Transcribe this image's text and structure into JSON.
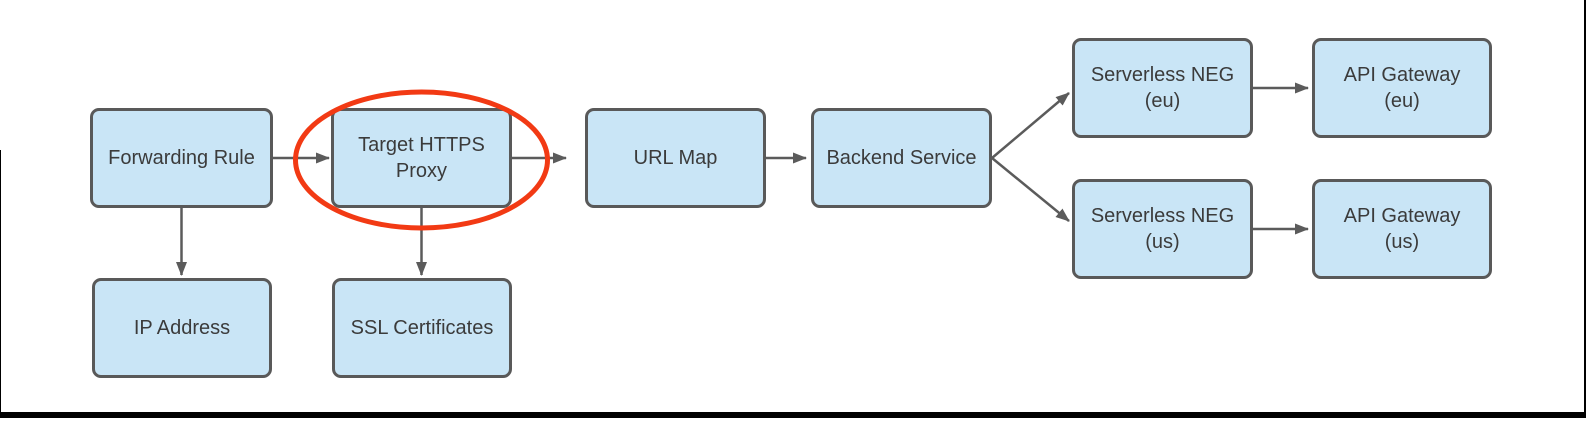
{
  "theme": {
    "background": "#ffffff",
    "node_fill": "#c9e5f6",
    "node_border": "#595959",
    "node_text": "#3b3b3b",
    "arrow_color": "#5b5b5b",
    "highlight_color": "#f23a14",
    "frame_color": "#000000"
  },
  "nodes": [
    {
      "id": "forwarding-rule",
      "label": "Forwarding Rule"
    },
    {
      "id": "target-https-proxy",
      "label": "Target HTTPS\nProxy"
    },
    {
      "id": "url-map",
      "label": "URL Map"
    },
    {
      "id": "backend-service",
      "label": "Backend Service"
    },
    {
      "id": "serverless-neg-eu",
      "label": "Serverless NEG\n(eu)"
    },
    {
      "id": "api-gateway-eu",
      "label": "API Gateway\n(eu)"
    },
    {
      "id": "serverless-neg-us",
      "label": "Serverless NEG\n(us)"
    },
    {
      "id": "api-gateway-us",
      "label": "API Gateway\n(us)"
    },
    {
      "id": "ip-address",
      "label": "IP Address"
    },
    {
      "id": "ssl-certificates",
      "label": "SSL Certificates"
    }
  ],
  "edges": [
    {
      "from": "forwarding-rule",
      "to": "target-https-proxy"
    },
    {
      "from": "target-https-proxy",
      "to": "url-map"
    },
    {
      "from": "url-map",
      "to": "backend-service"
    },
    {
      "from": "backend-service",
      "to": "serverless-neg-eu"
    },
    {
      "from": "backend-service",
      "to": "serverless-neg-us"
    },
    {
      "from": "serverless-neg-eu",
      "to": "api-gateway-eu"
    },
    {
      "from": "serverless-neg-us",
      "to": "api-gateway-us"
    },
    {
      "from": "forwarding-rule",
      "to": "ip-address"
    },
    {
      "from": "target-https-proxy",
      "to": "ssl-certificates"
    }
  ],
  "annotations": [
    {
      "type": "ellipse-highlight",
      "around": "target-https-proxy"
    }
  ]
}
